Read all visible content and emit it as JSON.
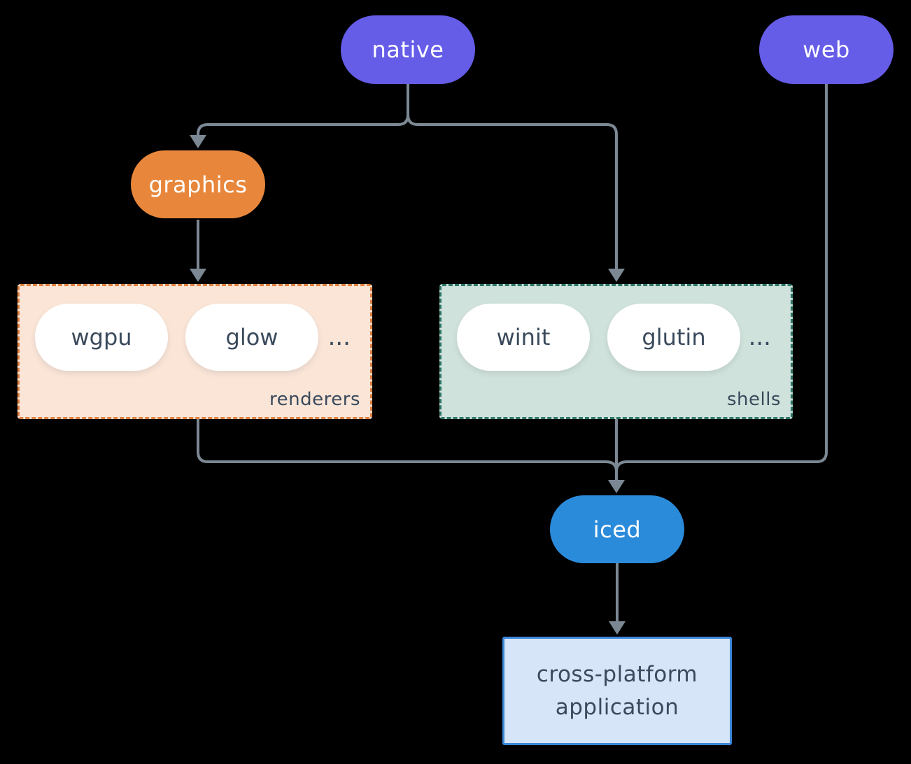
{
  "background": "#000000",
  "nodes": {
    "native": {
      "label": "native",
      "fill": "#655CE8",
      "text_color": "#FFFFFF"
    },
    "web": {
      "label": "web",
      "fill": "#655CE8",
      "text_color": "#FFFFFF"
    },
    "graphics": {
      "label": "graphics",
      "fill": "#E8873B",
      "text_color": "#FFFFFF"
    },
    "iced": {
      "label": "iced",
      "fill": "#2B8BDB",
      "text_color": "#FFFFFF"
    },
    "application": {
      "line1": "cross-platform",
      "line2": "application",
      "fill": "#D6E6F8",
      "border": "#3B87DB",
      "text_color": "#3A4A5C"
    }
  },
  "groups": {
    "renderers": {
      "label": "renderers",
      "fill": "#FAE5D7",
      "border": "#DD8040",
      "items": [
        "wgpu",
        "glow"
      ],
      "ellipsis": "...",
      "item_text_color": "#3A4A5C"
    },
    "shells": {
      "label": "shells",
      "fill": "#D0E2DC",
      "border": "#2F7768",
      "items": [
        "winit",
        "glutin"
      ],
      "ellipsis": "...",
      "item_text_color": "#3A4A5C"
    }
  },
  "edges": {
    "color": "#7B8894",
    "connections": [
      "native -> graphics",
      "native -> shells",
      "graphics -> renderers",
      "renderers -> iced",
      "shells -> iced",
      "web -> iced",
      "iced -> application"
    ]
  }
}
